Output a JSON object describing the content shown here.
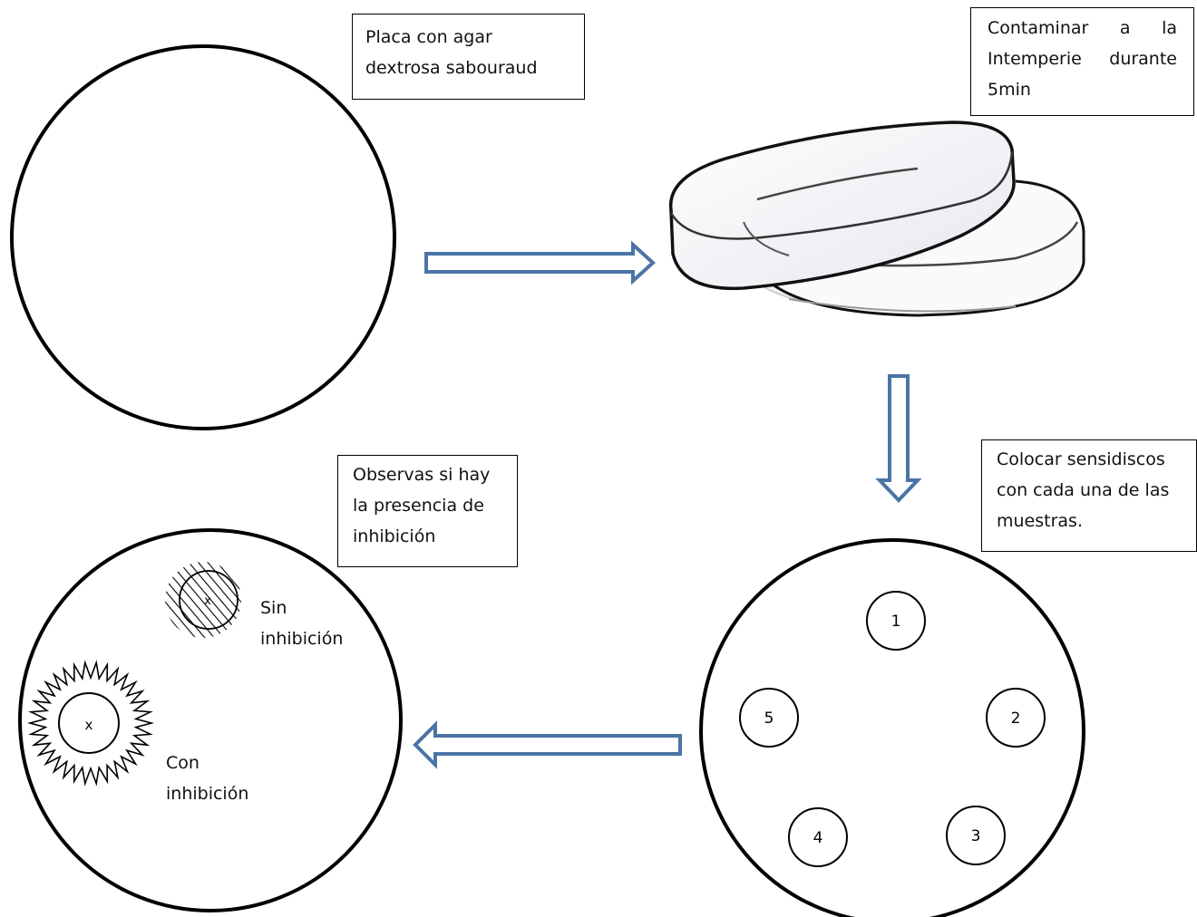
{
  "boxes": {
    "placa": {
      "line1": "Placa con agar",
      "line2": "dextrosa sabouraud"
    },
    "contaminar": {
      "line1": "Contaminar   a   la",
      "line2": "Intemperie  durante",
      "line3": "5min"
    },
    "colocar": {
      "line1": "Colocar sensidiscos",
      "line2": "con cada una de las",
      "line3": "muestras."
    },
    "observar": {
      "line1": "Observas si hay",
      "line2": "la presencia de",
      "line3": "inhibición"
    }
  },
  "results": {
    "sin": {
      "line1": "Sin",
      "line2": "inhibición",
      "mark": "x"
    },
    "con": {
      "line1": "Con",
      "line2": "inhibición",
      "mark": "x"
    }
  },
  "discs": [
    "1",
    "2",
    "3",
    "4",
    "5"
  ],
  "colors": {
    "arrow": "#4a74a6",
    "stroke": "#000000"
  }
}
